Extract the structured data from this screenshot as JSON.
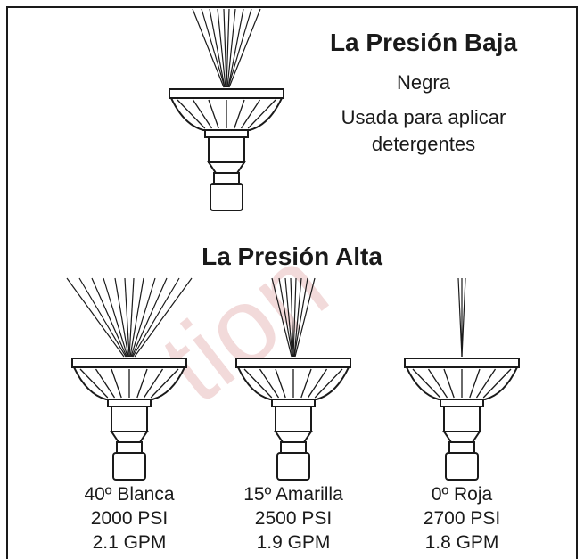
{
  "low_pressure": {
    "title": "La Presión Baja",
    "color": "Negra",
    "use_line1": "Usada para aplicar",
    "use_line2": "detergentes"
  },
  "high_pressure": {
    "title": "La Presión Alta",
    "nozzles": [
      {
        "label": "40º Blanca",
        "pressure": "2000 PSI",
        "flow": "2.1 GPM"
      },
      {
        "label": "15º Amarilla",
        "pressure": "2500 PSI",
        "flow": "1.9 GPM"
      },
      {
        "label": "0º Roja",
        "pressure": "2700 PSI",
        "flow": "1.8 GPM"
      }
    ]
  },
  "watermark": "tion",
  "colors": {
    "line": "#1a1a1a",
    "watermark": "#f2dada"
  },
  "icons": [
    "low-pressure-nozzle-icon",
    "nozzle-40-icon",
    "nozzle-15-icon",
    "nozzle-0-icon"
  ]
}
